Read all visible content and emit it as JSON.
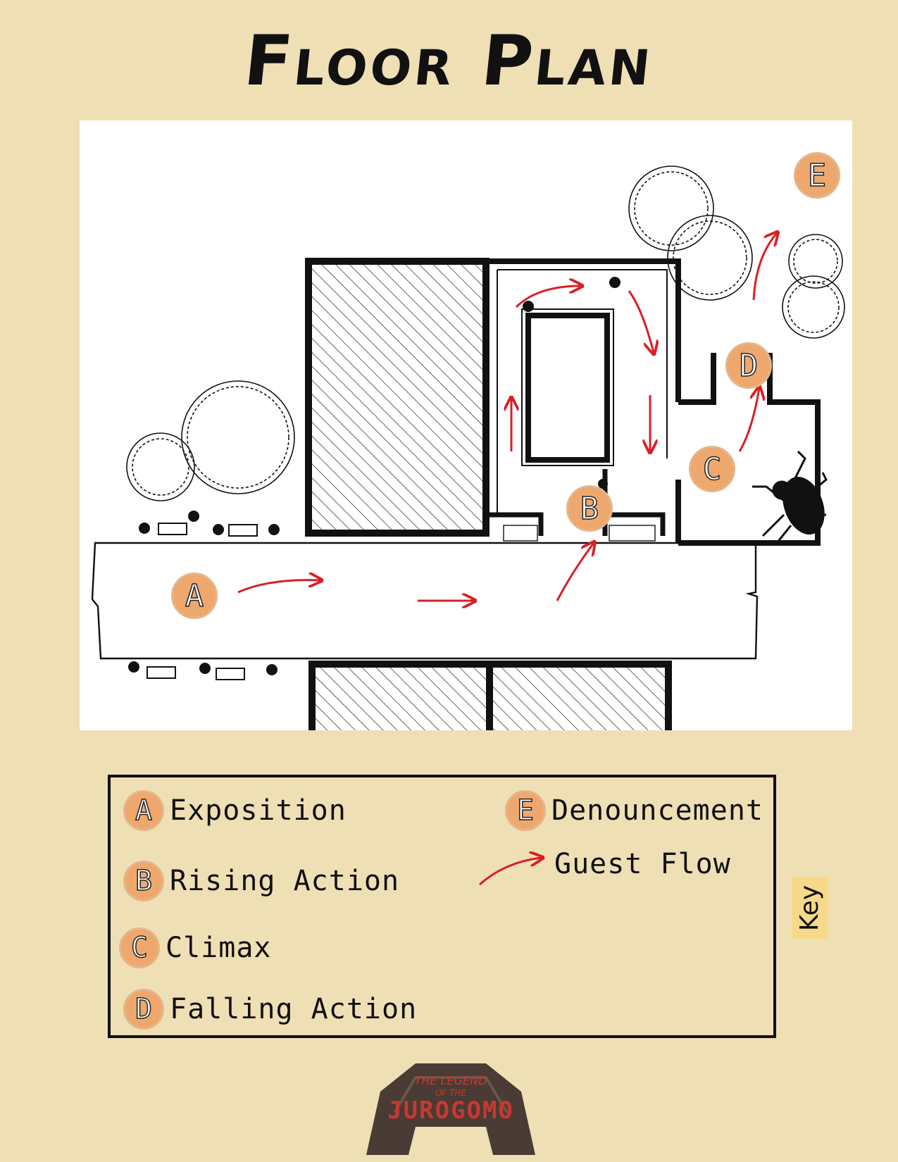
{
  "title": "Floor Plan",
  "markers": [
    {
      "letter": "A"
    },
    {
      "letter": "B"
    },
    {
      "letter": "C"
    },
    {
      "letter": "D"
    },
    {
      "letter": "E"
    }
  ],
  "key": {
    "tab_label": "Key",
    "items": [
      {
        "letter": "A",
        "label": "Exposition"
      },
      {
        "letter": "B",
        "label": "Rising Action"
      },
      {
        "letter": "C",
        "label": "Climax"
      },
      {
        "letter": "D",
        "label": "Falling Action"
      },
      {
        "letter": "E",
        "label": "Denouncement"
      }
    ],
    "flow_label": "Guest Flow"
  },
  "logo": {
    "line1": "THE LEGEND",
    "line2": "OF THE",
    "line3": "JUROGOMO"
  },
  "colors": {
    "background": "#efdfb5",
    "marker": "#eea86e",
    "arrow": "#d91f26",
    "tab": "#f7d98a"
  }
}
